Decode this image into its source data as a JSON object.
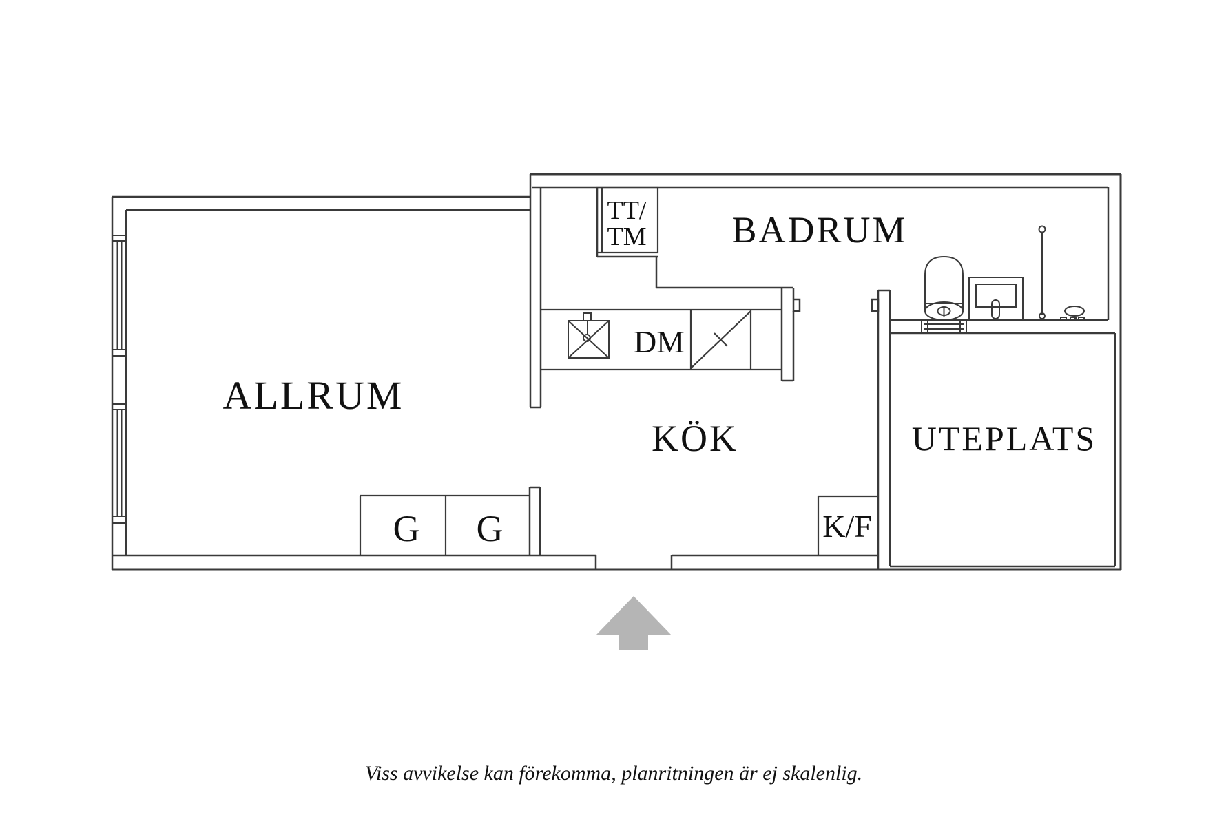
{
  "plan": {
    "rooms": [
      {
        "id": "allrum",
        "label": "ALLRUM"
      },
      {
        "id": "badrum",
        "label": "BADRUM"
      },
      {
        "id": "kok",
        "label": "KÖK"
      },
      {
        "id": "uteplats",
        "label": "UTEPLATS"
      }
    ],
    "fixtures": [
      {
        "id": "washer-dryer",
        "label_line1": "TT/",
        "label_line2": "TM"
      },
      {
        "id": "dishwasher",
        "label": "DM"
      },
      {
        "id": "wardrobe-left",
        "label": "G"
      },
      {
        "id": "wardrobe-right",
        "label": "G"
      },
      {
        "id": "fridge-freezer",
        "label": "K/F"
      }
    ],
    "disclaimer": "Viss avvikelse kan förekomma, planritningen är ej skalenlig.",
    "colors": {
      "line": "#3a3a3a",
      "text": "#111111",
      "arrow": "#b5b5b5",
      "background": "#ffffff"
    }
  }
}
